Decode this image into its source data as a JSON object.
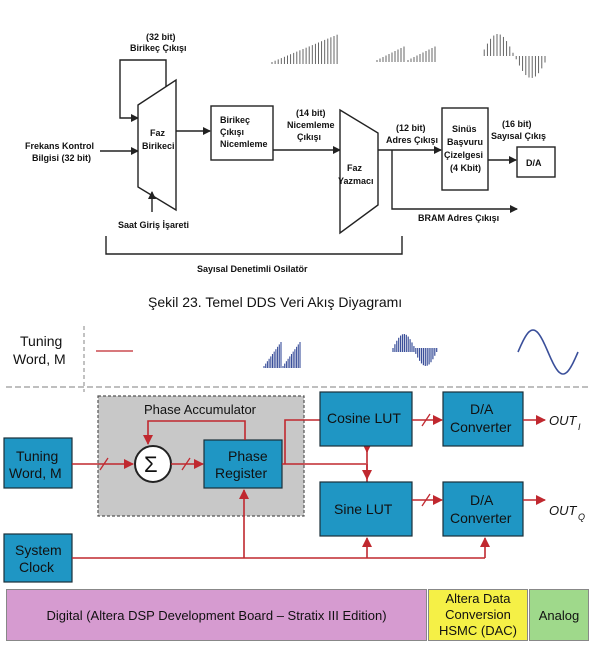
{
  "top_diagram": {
    "labels": {
      "accumulator_out_bits": "(32 bit)",
      "accumulator_out": "Birikeç Çıkışı",
      "freq_control_1": "Frekans Kontrol",
      "freq_control_2": "Bilgisi  (32 bit)",
      "phase_acc_1": "Faz",
      "phase_acc_2": "Birikeci",
      "clock_input": "Saat Giriş İşareti",
      "quant_block_1": "Birikeç",
      "quant_block_2": "Çıkışı",
      "quant_block_3": "Nicemleme",
      "quant_out_bits": "(14 bit)",
      "quant_out_1": "Nicemleme",
      "quant_out_2": "Çıkışı",
      "phase_reg_1": "Faz",
      "phase_reg_2": "Yazmacı",
      "addr_bits": "(12 bit)",
      "addr_out": "Adres Çıkışı",
      "lut_1": "Sinüs",
      "lut_2": "Başvuru",
      "lut_3": "Çizelgesi",
      "lut_4": "(4 Kbit)",
      "digital_bits": "(16 bit)",
      "digital_out": "Sayısal Çıkış",
      "dac": "D/A",
      "bram_addr": "BRAM Adres Çıkışı",
      "nco": "Sayısal Denetimli Osilatör"
    }
  },
  "caption": "Şekil 23. Temel DDS Veri Akış Diyagramı",
  "bottom_diagram": {
    "tuning_word_top_1": "Tuning",
    "tuning_word_top_2": "Word, M",
    "phase_accumulator": "Phase Accumulator",
    "tuning_word_block_1": "Tuning",
    "tuning_word_block_2": "Word, M",
    "sum_symbol": "Σ",
    "phase_register_1": "Phase",
    "phase_register_2": "Register",
    "system_clock_1": "System",
    "system_clock_2": "Clock",
    "cosine_lut": "Cosine LUT",
    "sine_lut": "Sine LUT",
    "dac_top_1": "D/A",
    "dac_top_2": "Converter",
    "dac_bottom_1": "D/A",
    "dac_bottom_2": "Converter",
    "out_i": "OUT",
    "out_i_sub": "I",
    "out_q": "OUT",
    "out_q_sub": "Q",
    "colors": {
      "block": "#1f96c4",
      "signal": "#c0282f",
      "accumulator_bg": "#c8c8c8"
    }
  },
  "footer": {
    "digital": "Digital (Altera DSP Development Board – Stratix III Edition)",
    "conversion_1": "Altera Data",
    "conversion_2": "Conversion",
    "conversion_3": "HSMC (DAC)",
    "analog": "Analog"
  }
}
